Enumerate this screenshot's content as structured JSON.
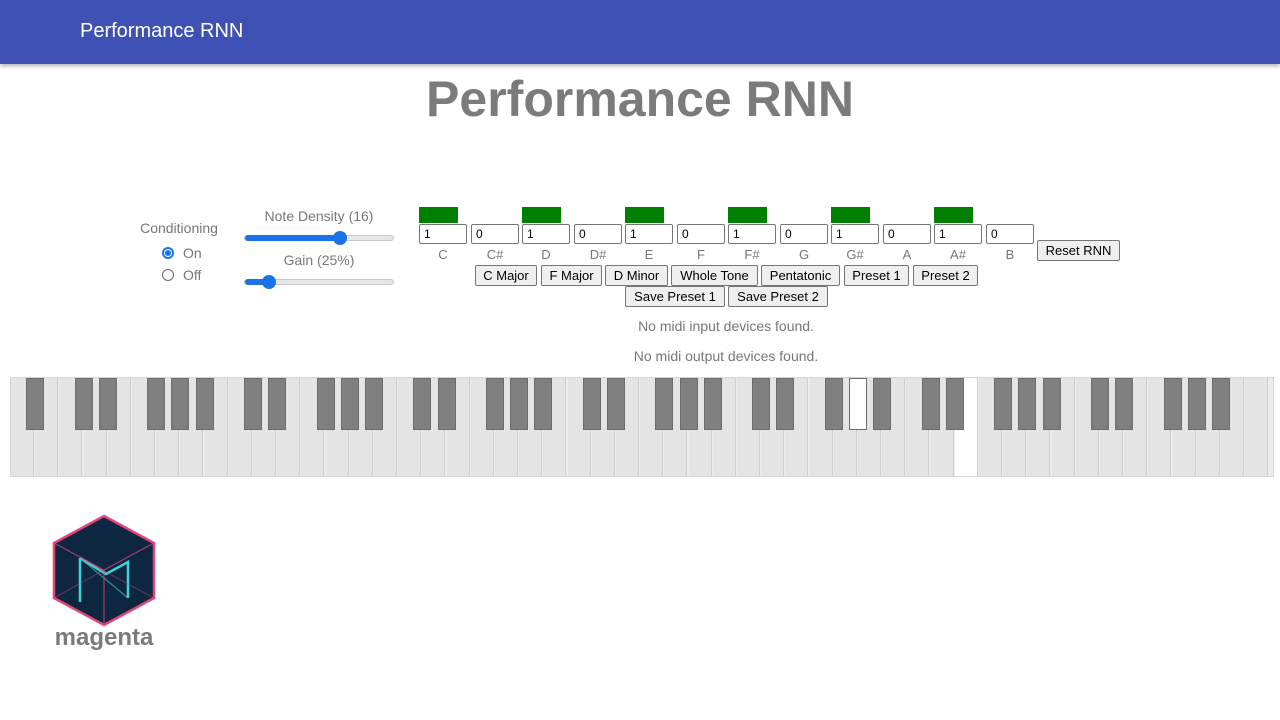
{
  "appbar": {
    "title": "Performance RNN"
  },
  "page": {
    "title": "Performance RNN"
  },
  "conditioning": {
    "label": "Conditioning",
    "options": [
      {
        "label": "On",
        "checked": true
      },
      {
        "label": "Off",
        "checked": false
      }
    ]
  },
  "note_density": {
    "label": "Note Density (16)",
    "value_fraction": 0.64
  },
  "gain": {
    "label": "Gain (25%)",
    "value_fraction": 0.16
  },
  "pitch_classes": [
    {
      "note": "C",
      "value": "1",
      "active": true
    },
    {
      "note": "C#",
      "value": "0",
      "active": false
    },
    {
      "note": "D",
      "value": "1",
      "active": true
    },
    {
      "note": "D#",
      "value": "0",
      "active": false
    },
    {
      "note": "E",
      "value": "1",
      "active": true
    },
    {
      "note": "F",
      "value": "0",
      "active": false
    },
    {
      "note": "F#",
      "value": "1",
      "active": true
    },
    {
      "note": "G",
      "value": "0",
      "active": false
    },
    {
      "note": "G#",
      "value": "1",
      "active": true
    },
    {
      "note": "A",
      "value": "0",
      "active": false
    },
    {
      "note": "A#",
      "value": "1",
      "active": true
    },
    {
      "note": "B",
      "value": "0",
      "active": false
    }
  ],
  "buttons": {
    "reset": "Reset RNN",
    "c_major": "C Major",
    "f_major": "F Major",
    "d_minor": "D Minor",
    "whole_tone": "Whole Tone",
    "pentatonic": "Pentatonic",
    "preset1": "Preset 1",
    "preset2": "Preset 2",
    "save_preset1": "Save Preset 1",
    "save_preset2": "Save Preset 2"
  },
  "midi": {
    "input_status": "No midi input devices found.",
    "output_status": "No midi output devices found."
  },
  "keyboard": {
    "active_white_key_indices": [
      39
    ],
    "active_black_key_indices": [
      24,
      39
    ]
  },
  "logo": {
    "text": "magenta"
  },
  "colors": {
    "appbar": "#3f51b5",
    "accent": "#1a73e8",
    "pitch_active": "#008000"
  }
}
